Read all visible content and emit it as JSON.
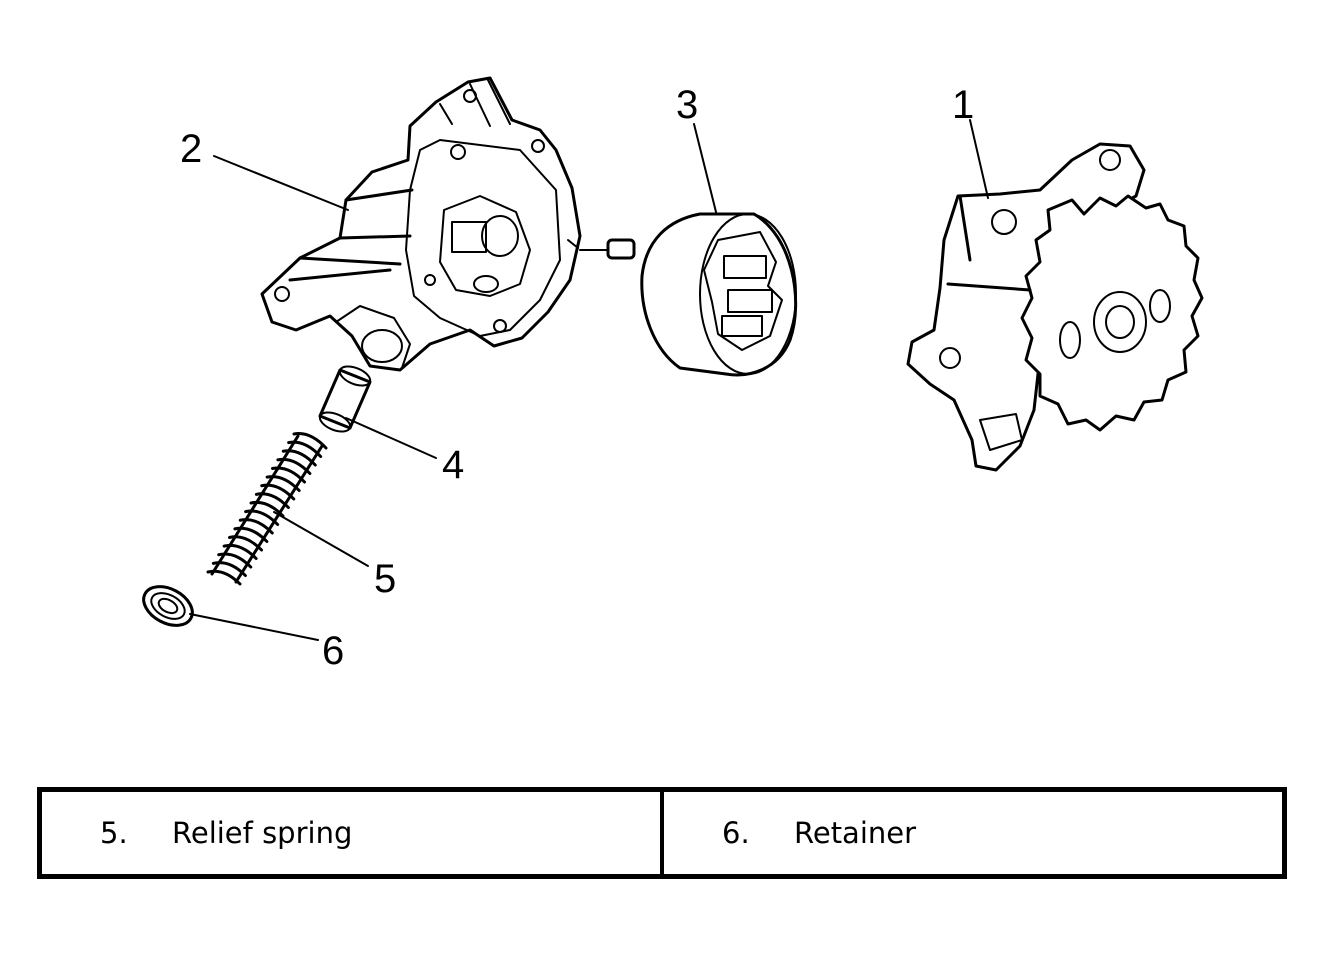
{
  "callouts": [
    "1",
    "2",
    "3",
    "4",
    "5",
    "6"
  ],
  "legend": [
    {
      "number": "5.",
      "label": "Relief spring"
    },
    {
      "number": "6.",
      "label": "Retainer"
    }
  ]
}
